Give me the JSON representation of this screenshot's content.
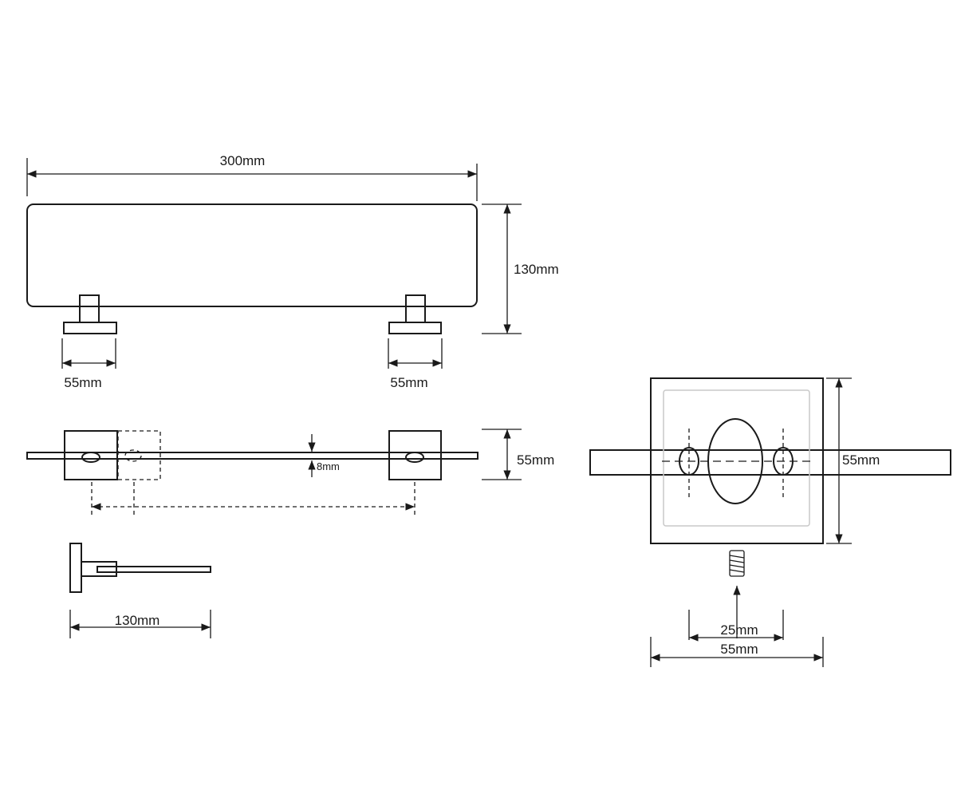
{
  "dimensions": {
    "top_length": "300mm",
    "top_height": "130mm",
    "bracket_left_width": "55mm",
    "bracket_right_width": "55mm",
    "plan_depth": "55mm",
    "glass_thickness": "8mm",
    "side_projection": "130mm",
    "detail_height": "55mm",
    "hole_spacing": "25mm",
    "detail_width": "55mm"
  }
}
